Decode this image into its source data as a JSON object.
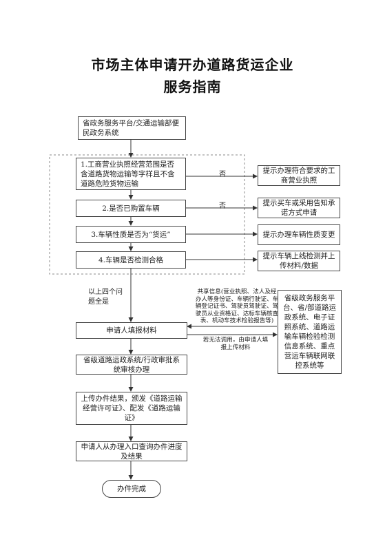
{
  "title_line1": "市场主体申请开办道路货运企业",
  "title_line2": "服务指南",
  "nodes": {
    "start": "省政务服务平台/交通运输部便民政务系统",
    "check1": "1.工商营业执照经营范围是否含道路货物运输等字样且不含道路危险货物运输",
    "check2": "2.是否已购置车辆",
    "check3": "3.车辆性质是否为“货运”",
    "check4": "4.车辆是否检测合格",
    "hint1": "提示办理符合要求的工商营业执照",
    "hint2": "提示买车或采用告知承诺方式申请",
    "hint3": "提示办理车辆性质变更",
    "hint4": "提示车辆上线检测并上传材料/数据",
    "fill": "申请人填报材料",
    "systems": "省级政务服务平台、省/部道路运政系统、电子证照系统、道路运输车辆检验检测信息系统、重点营运车辆联网联控系统等",
    "review": "省级道路运政系统/行政审批系统审核办理",
    "upload": "上传办件结果，颁发《道路运输经营许可证》、配发《道路运输证》",
    "query": "申请人从办理入口查询办件进度及结果",
    "end": "办件完成"
  },
  "labels": {
    "no1": "否",
    "no2": "否",
    "all_yes": "以上四个问题全是",
    "share": "共享信息(营业执照、法人及经办人等身份证、车辆行驶证、车辆登记证书、驾驶员驾驶证、驾驶员从业资格证、达标车辆核查表、机动车技术检验报告等)",
    "fallback": "若无法调用，由申请人填报上传材料"
  }
}
